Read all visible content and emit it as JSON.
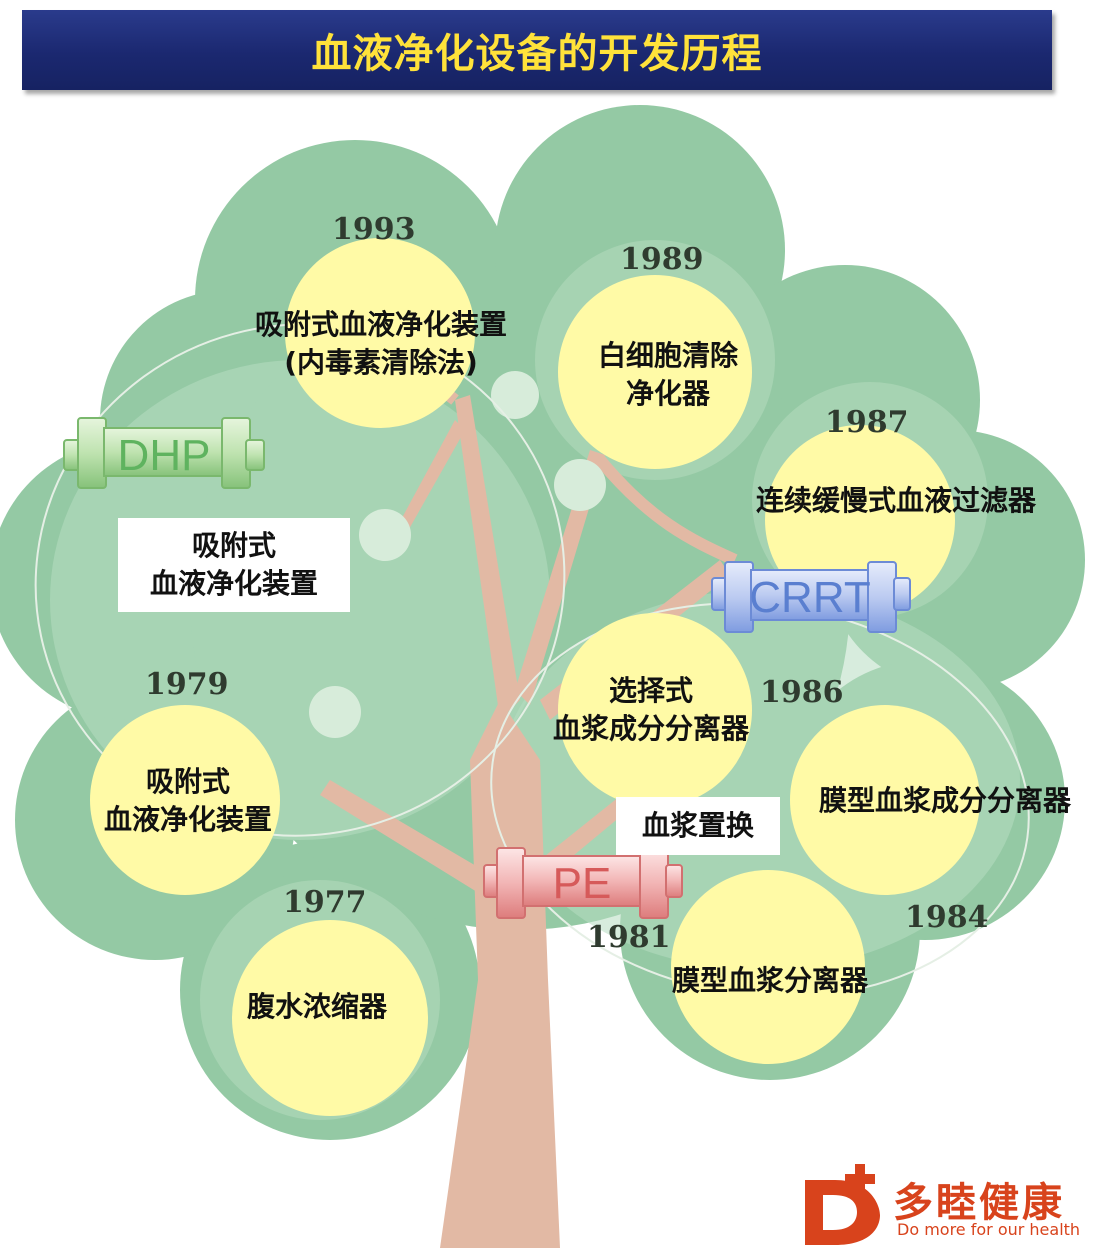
{
  "title": "血液净化设备的开发历程",
  "nodes": [
    {
      "id": "n1993",
      "year": "1993",
      "lines": [
        "吸附式血液净化装置",
        "(内毒素清除法)"
      ]
    },
    {
      "id": "n1989",
      "year": "1989",
      "lines": [
        "白细胞清除",
        "净化器"
      ]
    },
    {
      "id": "n1987",
      "year": "1987",
      "lines": [
        "连续缓慢式血液过滤器"
      ]
    },
    {
      "id": "n1986",
      "year": "1986",
      "lines": [
        "选择式",
        "血浆成分分离器"
      ]
    },
    {
      "id": "n1984",
      "year": "1984",
      "lines": [
        "膜型血浆成分分离器"
      ]
    },
    {
      "id": "n1981",
      "year": "1981",
      "lines": [
        "膜型血浆分离器"
      ]
    },
    {
      "id": "n1979",
      "year": "1979",
      "lines": [
        "吸附式",
        "血液净化装置"
      ]
    },
    {
      "id": "n1977",
      "year": "1977",
      "lines": [
        "腹水浓缩器"
      ]
    }
  ],
  "group_boxes": {
    "adsorption": [
      "吸附式",
      "血液净化装置"
    ],
    "plasma_exchange": [
      "血浆置换"
    ]
  },
  "device_tags": [
    {
      "id": "dhp",
      "label": "DHP",
      "color": "#5fb35f"
    },
    {
      "id": "crrt",
      "label": "CRRT",
      "color": "#5a7fd0"
    },
    {
      "id": "pe",
      "label": "PE",
      "color": "#d65a5a"
    }
  ],
  "colors": {
    "title_bg": "#1b2870",
    "title_text": "#ffe23a",
    "canopy": "#94c9a4",
    "canopy_light": "#b7dcc1",
    "trunk": "#e2b9a4",
    "bubble": "#fffaa6",
    "brand": "#d8431c"
  },
  "brand": {
    "logo_letter": "D",
    "name": "多睦健康",
    "slogan": "Do more for our health"
  }
}
